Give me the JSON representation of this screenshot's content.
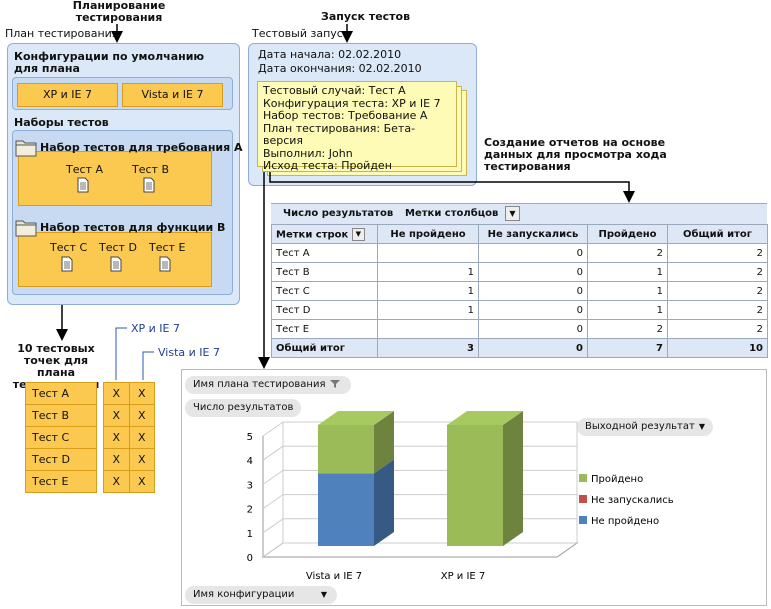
{
  "plan_header": {
    "line1": "Планирование",
    "line2": "тестирования"
  },
  "plan_label": "План тестирования",
  "default_configs_title": {
    "line1": "Конфигурации по умолчанию",
    "line2": "для плана"
  },
  "configs": [
    "XP и IE 7",
    "Vista и IE 7"
  ],
  "suites_title": "Наборы тестов",
  "suite_a": {
    "title": "Набор тестов для требования A",
    "tests": [
      "Тест A",
      "Тест B"
    ]
  },
  "suite_b": {
    "title": "Набор тестов для функции B",
    "tests": [
      "Тест C",
      "Тест D",
      "Тест E"
    ]
  },
  "run_header": "Запуск тестов",
  "run_label": "Тестовый запуск",
  "run_start": "Дата начала: 02.02.2010",
  "run_end": "Дата окончания: 02.02.2010",
  "result_note": [
    "Тестовый случай: Тест A",
    "Конфигурация теста: XP и IE 7",
    "Набор тестов: Требование A",
    "План тестирования: Бета-версия",
    "Выполнил: John",
    "Исход теста: Пройден"
  ],
  "report_caption": {
    "line1": "Создание отчетов на основе",
    "line2": "данных для просмотра хода",
    "line3": "тестирования"
  },
  "pivot": {
    "value_label": "Число результатов",
    "col_labels_title": "Метки столбцов",
    "row_labels_title": "Метки строк",
    "columns": [
      "Не пройдено",
      "Не запускались",
      "Пройдено",
      "Общий итог"
    ],
    "rows": [
      {
        "name": "Тест A",
        "vals": [
          "",
          "0",
          "2",
          "2"
        ]
      },
      {
        "name": "Тест B",
        "vals": [
          "1",
          "0",
          "1",
          "2"
        ]
      },
      {
        "name": "Тест C",
        "vals": [
          "1",
          "0",
          "1",
          "2"
        ]
      },
      {
        "name": "Тест D",
        "vals": [
          "1",
          "0",
          "1",
          "2"
        ]
      },
      {
        "name": "Тест E",
        "vals": [
          "",
          "0",
          "2",
          "2"
        ]
      }
    ],
    "total": {
      "name": "Общий итог",
      "vals": [
        "3",
        "0",
        "7",
        "10"
      ]
    }
  },
  "test_points": {
    "caption": {
      "line1": "10 тестовых",
      "line2": "точек для плана",
      "line3": "тестирования"
    },
    "tests": [
      "Тест A",
      "Тест B",
      "Тест C",
      "Тест D",
      "Тест E"
    ],
    "mark": "X",
    "col_labels": [
      "XP и IE 7",
      "Vista и IE 7"
    ]
  },
  "chart_chips": {
    "plan_name": "Имя плана тестирования",
    "count": "Число результатов",
    "config": "Имя конфигурации",
    "outcome": "Выходной результат"
  },
  "colors": {
    "passed": "#9bbb59",
    "not_run": "#c0504d",
    "failed": "#4f81bd"
  },
  "chart_data": {
    "type": "bar",
    "categories": [
      "Vista и IE 7",
      "XP и IE 7"
    ],
    "series": [
      {
        "name": "Не пройдено",
        "values": [
          3,
          0
        ]
      },
      {
        "name": "Не запускались",
        "values": [
          0,
          0
        ]
      },
      {
        "name": "Пройдено",
        "values": [
          2,
          5
        ]
      }
    ],
    "ylim": [
      0,
      5
    ],
    "yticks": [
      "0",
      "1",
      "2",
      "3",
      "4",
      "5"
    ],
    "stacked": true,
    "legend": "right"
  }
}
